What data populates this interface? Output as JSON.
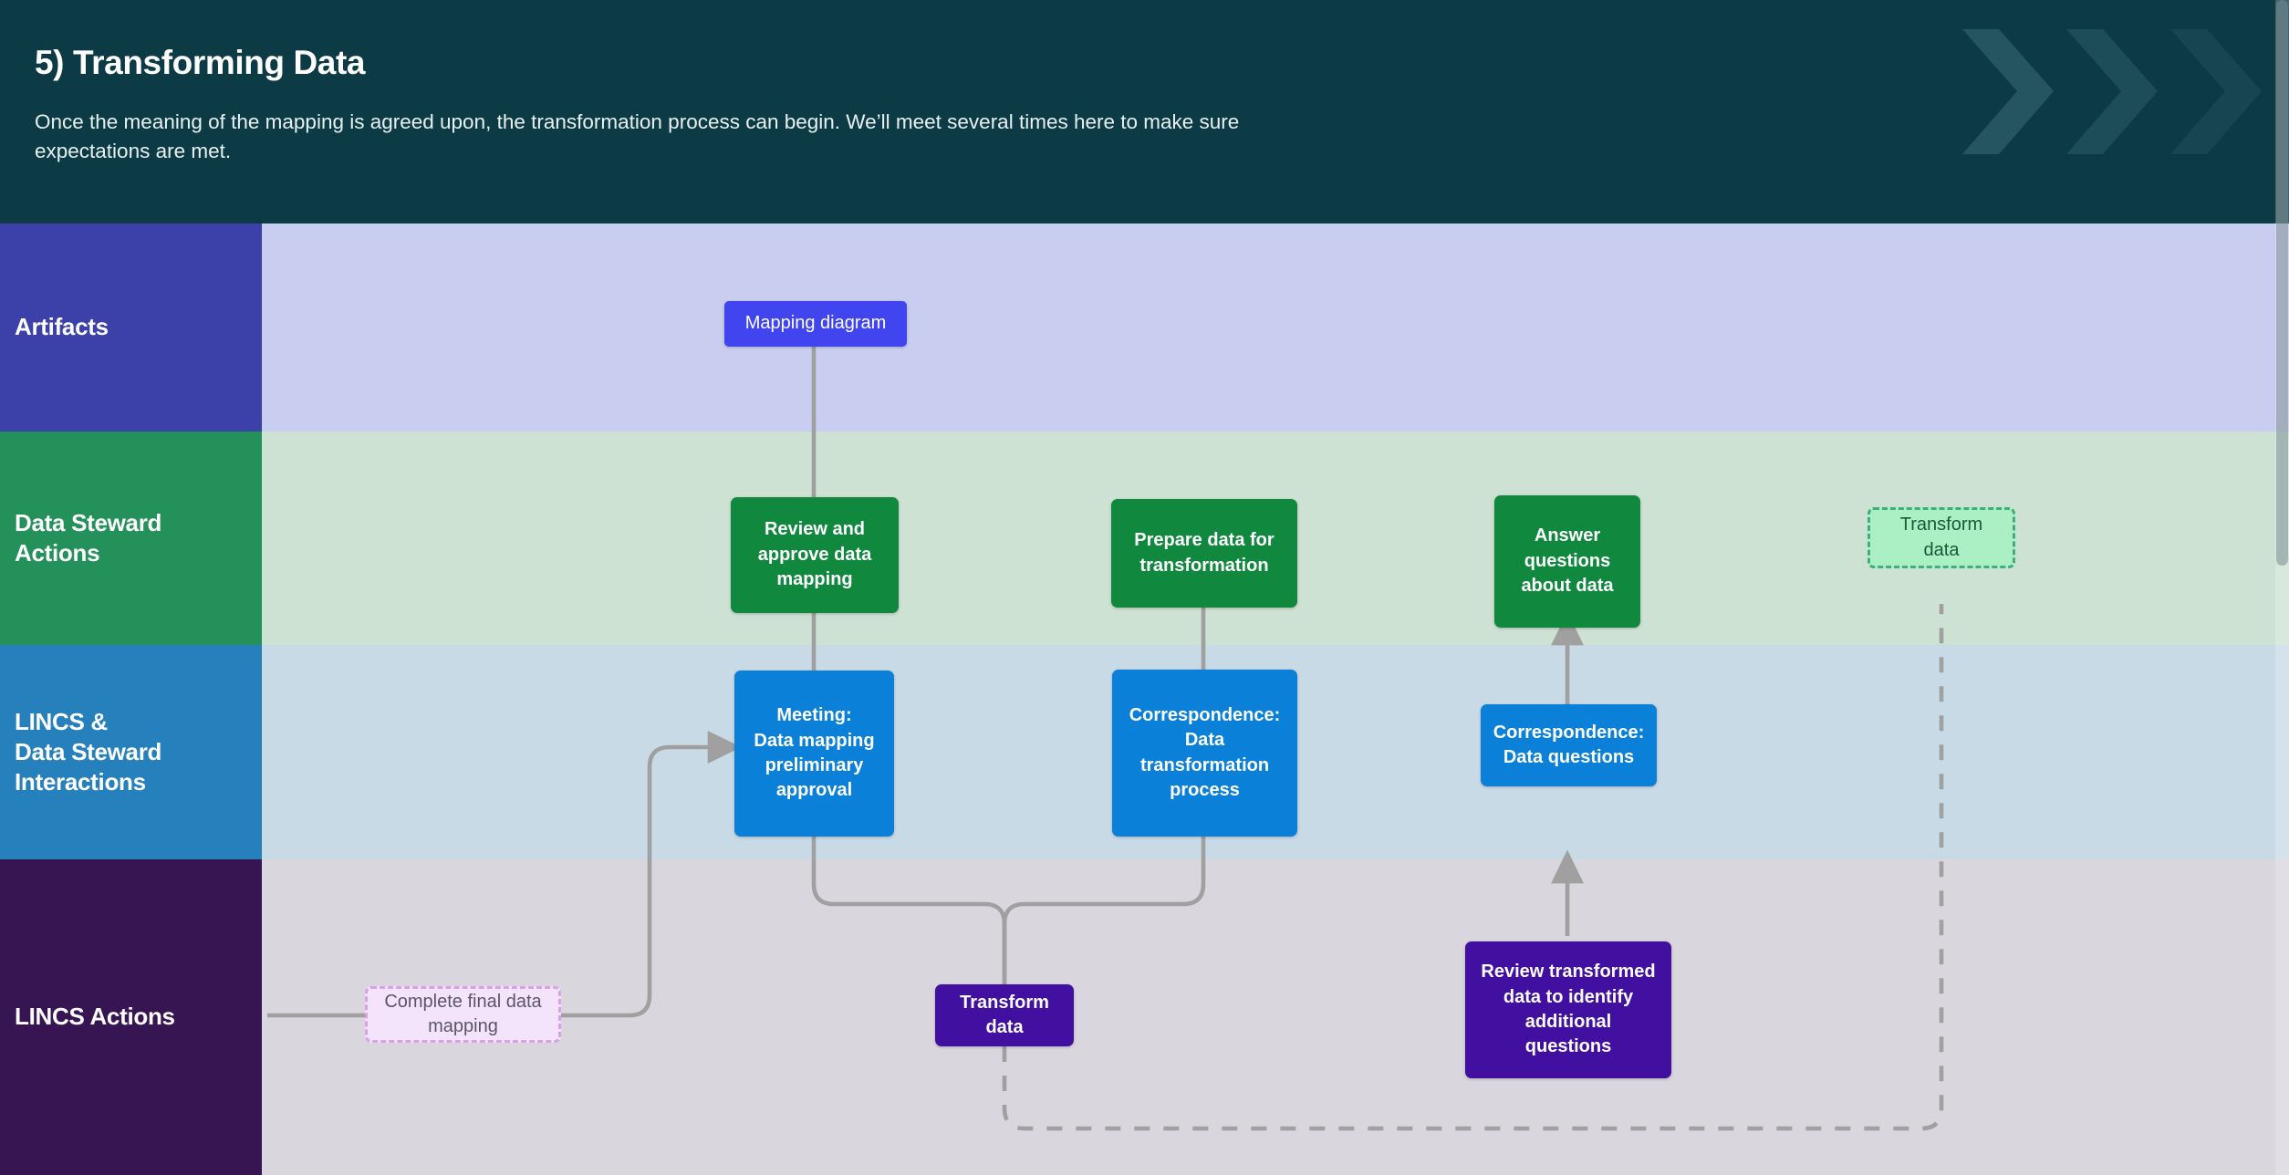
{
  "header": {
    "title": "5) Transforming Data",
    "subtitle": "Once the meaning of the mapping is agreed upon, the transformation process can begin. We’ll meet several times here to make sure expectations are met.",
    "decoration": "triple-chevron-right"
  },
  "lanes": [
    {
      "id": "artifacts",
      "label": "Artifacts",
      "header_color": "#3b41a8",
      "body_color": "#c9cdef"
    },
    {
      "id": "steward",
      "label": "Data Steward\nActions",
      "header_color": "#239159",
      "body_color": "#cee2d4"
    },
    {
      "id": "interactions",
      "label": "LINCS &\nData Steward\nInteractions",
      "header_color": "#2680bc",
      "body_color": "#c9dae7"
    },
    {
      "id": "lincs",
      "label": "LINCS Actions",
      "header_color": "#371553",
      "body_color": "#d9d6de"
    }
  ],
  "nodes": {
    "mapping_diagram": "Mapping diagram",
    "review_approve": "Review and\napprove data\nmapping",
    "prepare_data": "Prepare data for\ntransformation",
    "answer_questions": "Answer\nquestions\nabout data",
    "transform_data_ghost": "Transform\ndata",
    "meeting_approval": "Meeting:\nData mapping\npreliminary\napproval",
    "corr_transformation": "Correspondence:\nData\ntransformation\nprocess",
    "corr_questions": "Correspondence:\nData questions",
    "complete_mapping": "Complete final data\nmapping",
    "transform_data": "Transform\ndata",
    "review_transformed": "Review transformed\ndata to identify\nadditional\nquestions"
  },
  "colors": {
    "header_bg": "#0d3b45",
    "artifact_node": "#4045ef",
    "steward_node": "#10893e",
    "steward_ghost_fill": "#aaf0c4",
    "steward_ghost_border": "#3fae78",
    "interaction_node": "#0a80d8",
    "lincs_node": "#4210a0",
    "lincs_ghost_fill": "#f4e4fb",
    "lincs_ghost_border": "#d9a0ec",
    "connector": "#a0a0a0"
  }
}
